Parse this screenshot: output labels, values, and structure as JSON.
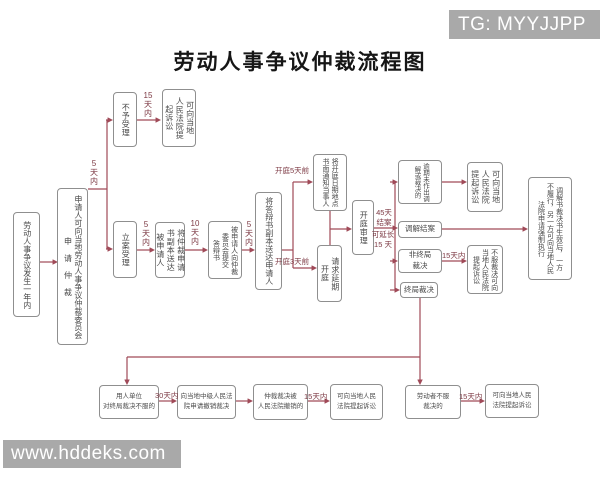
{
  "title": "劳动人事争议仲裁流程图",
  "watermarks": {
    "top_right": "TG: MYYJJPP",
    "bottom_left": "www.hddeks.com"
  },
  "colors": {
    "arrow": "#a04a58",
    "box_border": "#8f8f8f",
    "box_text": "#4a4a4a",
    "label_text": "#7d3a44",
    "title_text": "#161616",
    "watermark_bg": "#a9a9a9",
    "watermark_text": "#ffffff",
    "background": "#ffffff"
  },
  "nodes": {
    "start": "劳动人事争议发生一年内",
    "apply": "申请人可向当地劳动人事争议仲裁委员会\n申 请 仲 裁",
    "not_accepted": "不予受理",
    "not_accepted_sue": "可向当地\n人民法院提\n起诉讼",
    "accepted": "立案受理",
    "serve_application": "将仲裁申请\n书副本送达\n被申请人",
    "submit_defense": "被申请人向仲裁\n委员会提交\n答辩书",
    "serve_defense": "将答辩书副本送达申请人",
    "notify_hearing": "将开庭日期地点\n书面通知当事人",
    "postpone_hearing": "请求延期\n开庭",
    "hearing": "开庭审理",
    "overdue": "逾期未作出调\n解或裁决的",
    "overdue_sue": "可向当地\n人民法院\n提起诉讼",
    "mediation_closed": "调解结案",
    "non_final_award": "非终局\n裁决",
    "non_final_sue": "不服裁决可向\n当地人民法院\n提起诉讼",
    "final_award": "终局裁决",
    "enforcement": "调解书裁决书生效后，一方\n不履行，另一方可向当地人民\n法院申请强制执行",
    "employer_dissent": "用人单位\n对终局裁决不服的",
    "apply_revoke": "向当地中级人民法\n院申请撤销裁决",
    "award_revoked": "仲裁裁决被\n人民法院撤销的",
    "revoked_sue": "可向当地人民\n法院提起诉讼",
    "worker_dissent": "劳动者不服\n裁决的",
    "worker_sue": "可向当地人民\n法院提起诉讼"
  },
  "labels": {
    "apply_days": "5\n天\n内",
    "reject_days": "15\n天\n内",
    "accept_days": "5\n天\n内",
    "defense_days": "10\n天\n内",
    "serve_defense_days": "5\n天\n内",
    "before_hearing_5": "开庭5天前",
    "before_hearing_3": "开庭3天前",
    "close_45": "45天\n结案",
    "extend_15": "可延长\n15 天",
    "non_final_days": "15天内",
    "revoke_days": "30天内",
    "revoked_sue_days": "15天内",
    "worker_sue_days": "15天内"
  }
}
